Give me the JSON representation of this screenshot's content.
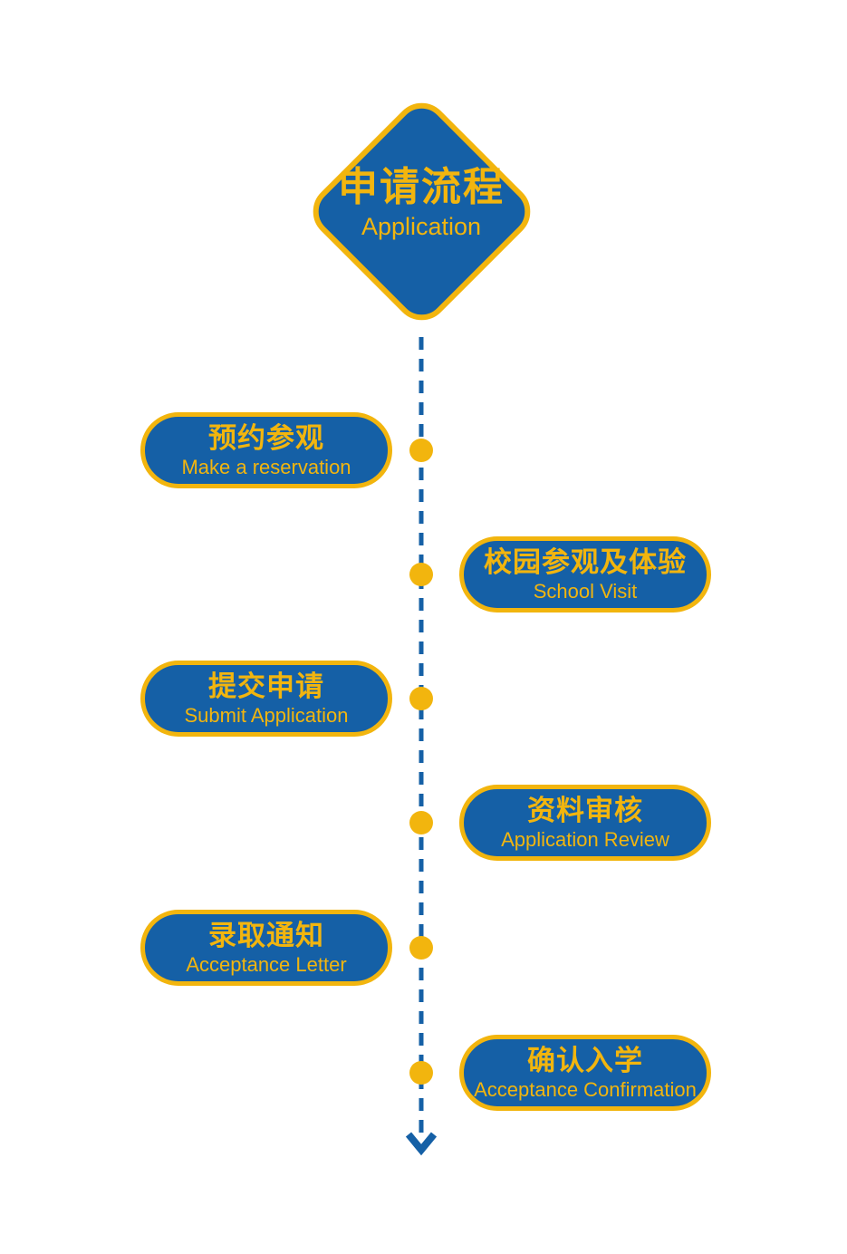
{
  "colors": {
    "blue": "#1560a6",
    "gold": "#f2b50e",
    "bg": "#ffffff"
  },
  "header": {
    "title_zh": "申请流程",
    "title_en": "Application"
  },
  "steps": [
    {
      "side": "left",
      "zh": "预约参观",
      "en": "Make a reservation"
    },
    {
      "side": "right",
      "zh": "校园参观及体验",
      "en": "School Visit"
    },
    {
      "side": "left",
      "zh": "提交申请",
      "en": "Submit Application"
    },
    {
      "side": "right",
      "zh": "资料审核",
      "en": "Application Review"
    },
    {
      "side": "left",
      "zh": "录取通知",
      "en": "Acceptance Letter"
    },
    {
      "side": "right",
      "zh": "确认入学",
      "en": "Acceptance Confirmation"
    }
  ]
}
